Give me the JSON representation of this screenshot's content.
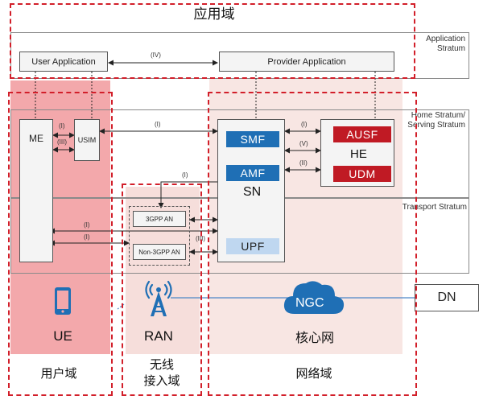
{
  "domains": {
    "app": "应用域",
    "user": "用户域",
    "access_line1": "无线",
    "access_line2": "接入域",
    "network": "网络域"
  },
  "strata": {
    "application": "Application\nStratum",
    "home": "Home Stratum/\nServing Stratum",
    "transport": "Transport Stratum"
  },
  "boxes": {
    "user_app": "User Application",
    "provider_app": "Provider Application",
    "me": "ME",
    "usim": "USIM",
    "sn": "SN",
    "he": "HE",
    "an_3gpp": "3GPP AN",
    "an_non3gpp": "Non-3GPP AN",
    "dn": "DN"
  },
  "functions": {
    "smf": "SMF",
    "amf": "AMF",
    "upf": "UPF",
    "ausf": "AUSF",
    "udm": "UDM"
  },
  "ref_labels": {
    "iv": "(IV)",
    "i": "(I)",
    "iii": "(III)",
    "v": "(V)",
    "ii": "(II)"
  },
  "icons": {
    "ue_label": "UE",
    "ran_label": "RAN",
    "ngc_label": "NGC",
    "core_label": "核心网",
    "ue_icon": "smartphone-icon",
    "ran_icon": "radio-tower-icon",
    "ngc_icon": "cloud-icon"
  },
  "colors": {
    "ue_domain": "#f3a8ab",
    "ran_domain": "#f6dedb",
    "network_domain": "#f8e6e3",
    "dash": "#d21f2a",
    "blue": "#1f6fb5",
    "red": "#c01a24"
  }
}
